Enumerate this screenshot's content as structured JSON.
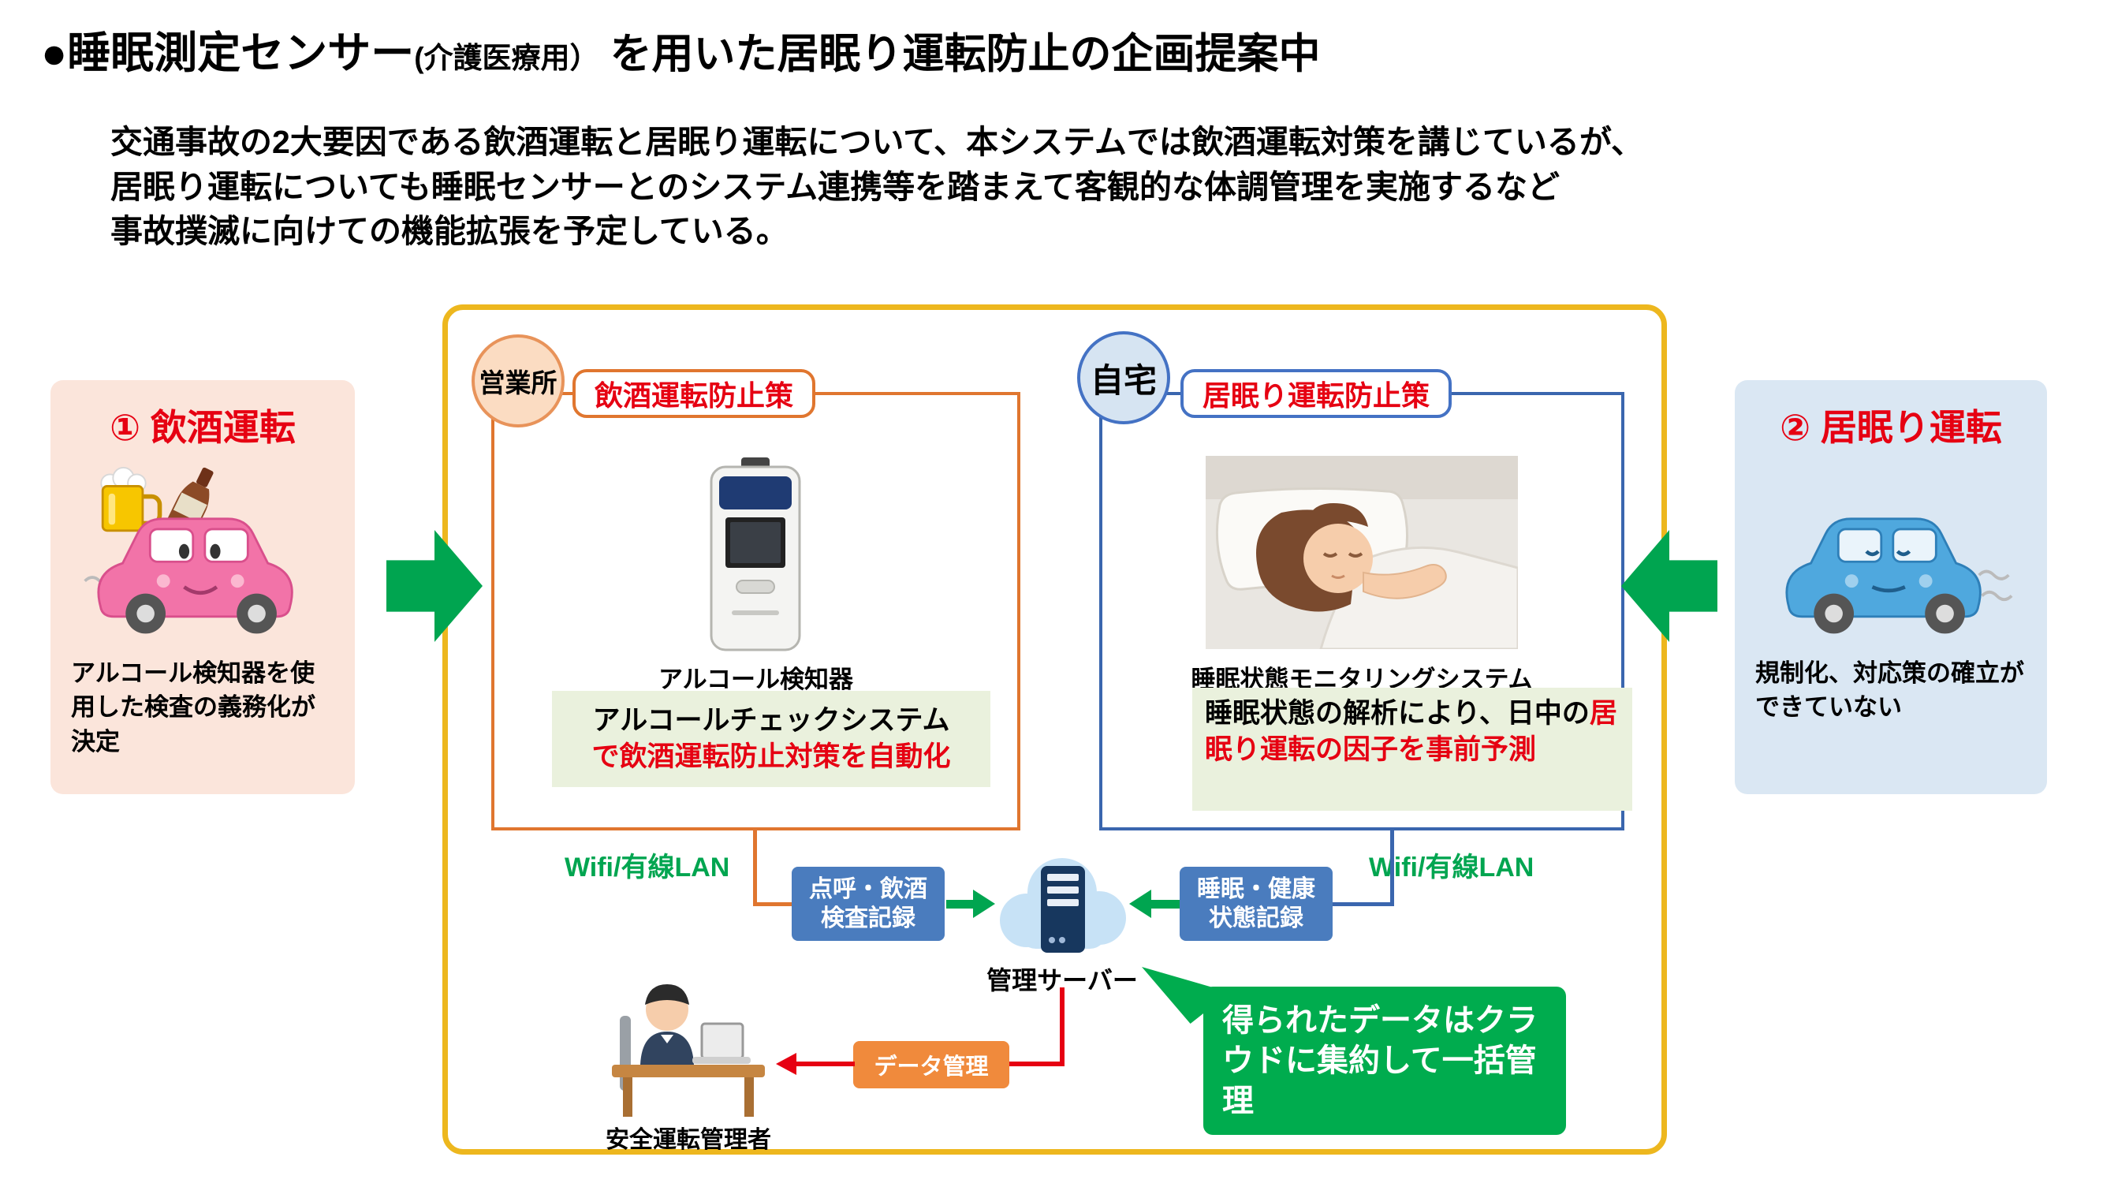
{
  "colors": {
    "red": "#E60012",
    "green": "#00A550",
    "gold_border": "#EDB71E",
    "orange": "#E0762F",
    "blue": "#4472C4",
    "panel_pink": "#FBE5DB",
    "panel_blue": "#DAE7F3",
    "note_green_bg": "#EAF1DD",
    "record_blue": "#4A7CBE",
    "data_mgmt_orange": "#F08A3C",
    "bubble_green": "#00AC4E"
  },
  "title": {
    "main": "●睡眠測定センサー",
    "paren": "(介護医療用）",
    "suffix": "を用いた居眠り運転防止の企画提案中"
  },
  "intro": {
    "lines": [
      "交通事故の2大要因である飲酒運転と居眠り運転について、本システムでは飲酒運転対策を講じているが、",
      "居眠り運転についても睡眠センサーとのシステム連携等を踏まえて客観的な体調管理を実施するなど",
      "事故撲滅に向けての機能拡張を予定している。"
    ]
  },
  "drunk_panel": {
    "title": "① 飲酒運転",
    "description": "アルコール検知器を使用した検査の義務化が決定"
  },
  "drowsy_panel": {
    "title": "② 居眠り運転",
    "description": "規制化、対応策の確立ができていない"
  },
  "office": {
    "circle": "営業所",
    "tag": "飲酒運転防止策",
    "device": "アルコール検知器",
    "note_black": "アルコールチェックシステム",
    "note_red": "で飲酒運転防止対策を自動化",
    "lan": "Wifi/有線LAN"
  },
  "home": {
    "circle": "自宅",
    "tag": "居眠り運転防止策",
    "device": "睡眠状態モニタリングシステム",
    "note_black": "睡眠状態の解析により、日中の",
    "note_red": "居眠り運転の因子を事前予測",
    "lan": "Wifi/有線LAN"
  },
  "center": {
    "record_left": "点呼・飲酒\n検査記録",
    "record_right": "睡眠・健康\n状態記録",
    "server": "管理サーバー",
    "data_mgmt": "データ管理",
    "manager": "安全運転管理者",
    "bubble": "得られたデータはクラウドに集約して一括管理"
  }
}
